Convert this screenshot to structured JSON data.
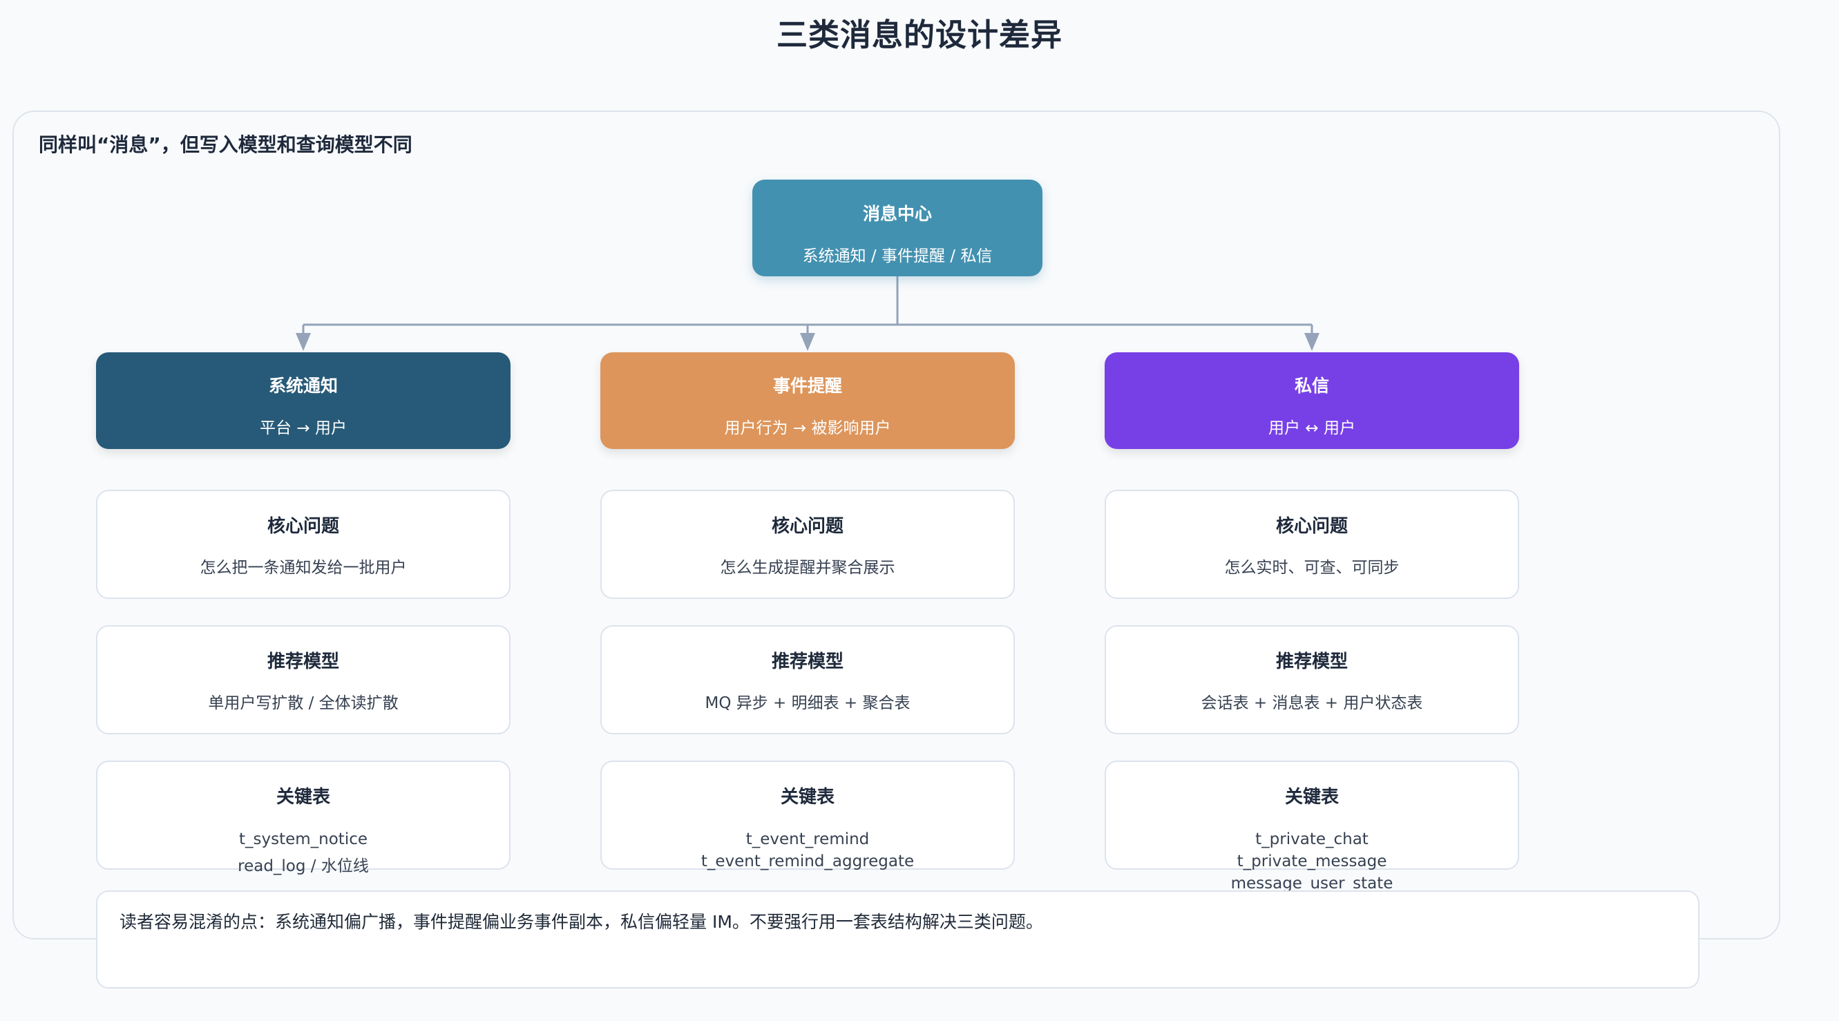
{
  "title": "三类消息的设计差异",
  "panel_title": "同样叫“消息”，但写入模型和查询模型不同",
  "root": {
    "title": "消息中心",
    "subtitle": "系统通知 / 事件提醒 / 私信",
    "color": "#4391b0"
  },
  "categories": [
    {
      "title": "系统通知",
      "subtitle": "平台 → 用户",
      "color": "#275a78",
      "core_label": "核心问题",
      "core": "怎么把一条通知发给一批用户",
      "model_label": "推荐模型",
      "model": "单用户写扩散 / 全体读扩散",
      "tables_label": "关键表",
      "tables": [
        "t_system_notice",
        "read_log / 水位线"
      ]
    },
    {
      "title": "事件提醒",
      "subtitle": "用户行为 → 被影响用户",
      "color": "#dd955b",
      "core_label": "核心问题",
      "core": "怎么生成提醒并聚合展示",
      "model_label": "推荐模型",
      "model": "MQ 异步 + 明细表 + 聚合表",
      "tables_label": "关键表",
      "tables": [
        "t_event_remind",
        "t_event_remind_aggregate"
      ]
    },
    {
      "title": "私信",
      "subtitle": "用户 ↔ 用户",
      "color": "#7740e6",
      "core_label": "核心问题",
      "core": "怎么实时、可查、可同步",
      "model_label": "推荐模型",
      "model": "会话表 + 消息表 + 用户状态表",
      "tables_label": "关键表",
      "tables": [
        "t_private_chat",
        "t_private_message",
        "message_user_state"
      ]
    }
  ],
  "note": "读者容易混淆的点：系统通知偏广播，事件提醒偏业务事件副本，私信偏轻量 IM。不要强行用一套表结构解决三类问题。"
}
